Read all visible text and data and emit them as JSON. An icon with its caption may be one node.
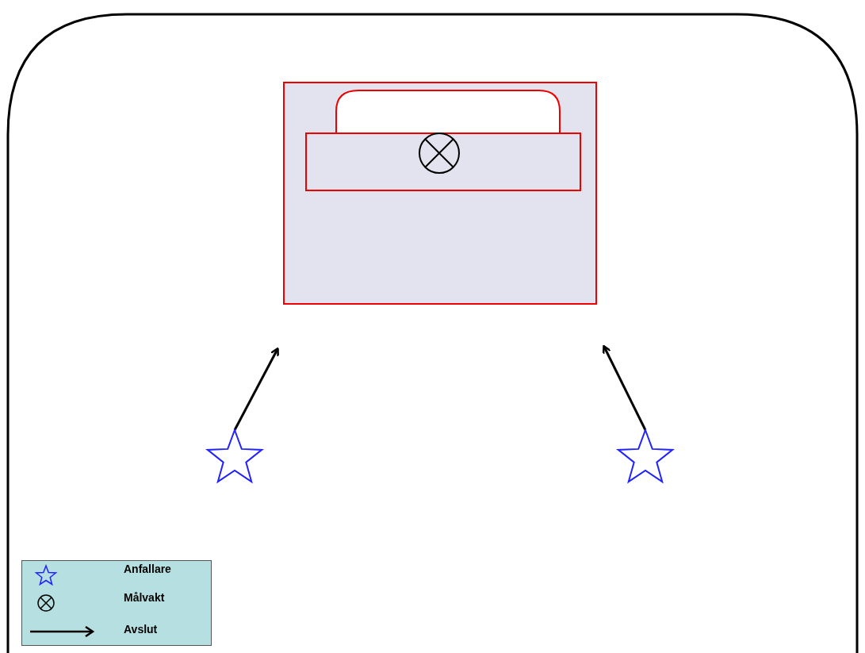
{
  "diagram": {
    "nodes": [
      {
        "text": [],
        "shape": "star"
      },
      {
        "text": [],
        "shape": "star"
      }
    ],
    "edges": [
      {
        "from": 0,
        "to": null,
        "arrow": "to"
      },
      {
        "from": 1,
        "to": null,
        "arrow": "to"
      }
    ],
    "legend": [
      {
        "text": "Anfallare"
      },
      {
        "text": "Målvakt"
      },
      {
        "text": "Avslut"
      }
    ]
  }
}
